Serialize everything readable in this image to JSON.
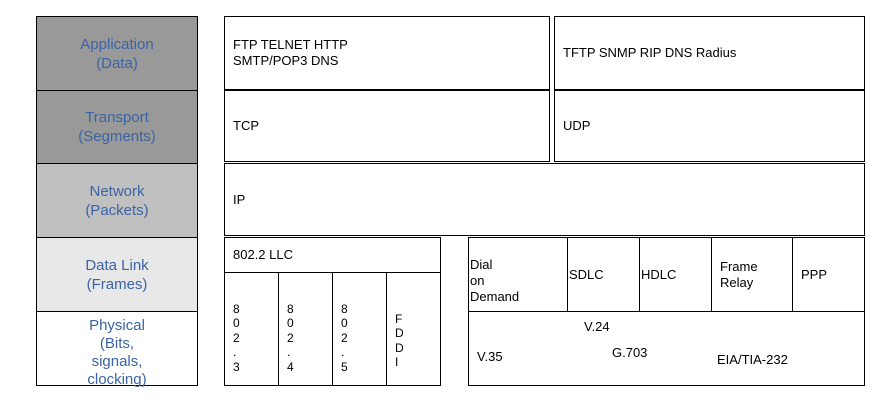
{
  "layers": [
    {
      "name": "Application",
      "unit": "(Data)",
      "fill": "#999999"
    },
    {
      "name": "Transport",
      "unit": "(Segments)",
      "fill": "#999999"
    },
    {
      "name": "Network",
      "unit": "(Packets)",
      "fill": "#c0c0c0"
    },
    {
      "name": "Data Link",
      "unit": "(Frames)",
      "fill": "#e8e8e8"
    },
    {
      "name": "Physical",
      "unit": "(Bits,\nsignals,\nclocking)",
      "fill": "#ffffff"
    }
  ],
  "application": {
    "tcp_protocols": "FTP TELNET HTTP\nSMTP/POP3  DNS",
    "udp_protocols": "TFTP SNMP RIP DNS Radius"
  },
  "transport": {
    "tcp": "TCP",
    "udp": "UDP"
  },
  "network": {
    "ip": "IP"
  },
  "datalink": {
    "llc": "802.2 LLC",
    "lan_standards": [
      "8\n0\n2\n.\n3",
      "8\n0\n2\n.\n4",
      "8\n0\n2\n.\n5",
      "F\nD\nD\nI"
    ],
    "wan_protocols": [
      "Dial\non\nDemand",
      "SDLC",
      "HDLC",
      "Frame\nRelay",
      "PPP"
    ]
  },
  "physical": {
    "wan_interfaces": [
      "V.24",
      "V.35",
      "G.703",
      "EIA/TIA-232"
    ]
  }
}
